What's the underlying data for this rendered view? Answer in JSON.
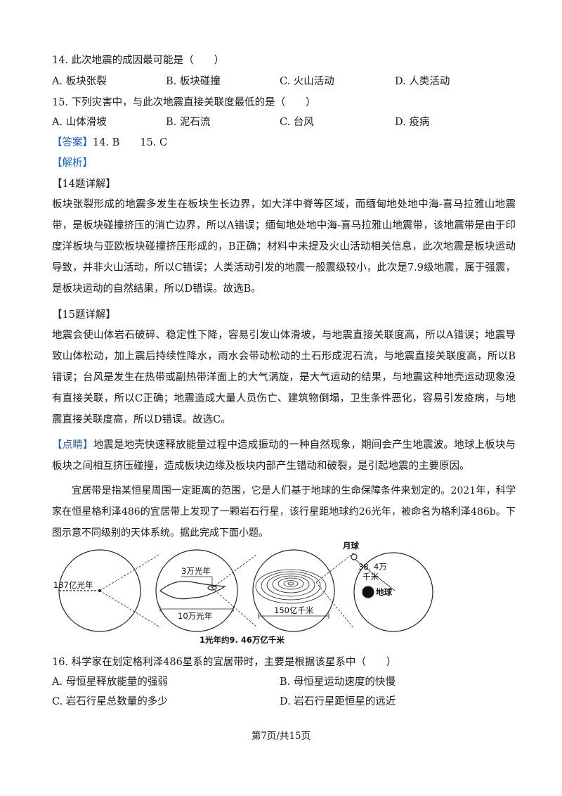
{
  "q14": {
    "stem": "14. 此次地震的成因最可能是（　　）",
    "options": [
      "A. 板块张裂",
      "B. 板块碰撞",
      "C. 火山活动",
      "D. 人类活动"
    ]
  },
  "q15": {
    "stem": "15. 下列灾害中，与此次地震直接关联度最低的是（　　）",
    "options": [
      "A. 山体滑坡",
      "B. 泥石流",
      "C. 台风",
      "D. 疫病"
    ]
  },
  "answer": {
    "tag": "【答案】",
    "text": "14. B　　15. C"
  },
  "analysis": {
    "tag": "【解析】"
  },
  "detail14": {
    "heading": "【14题详解】",
    "text": "板块张裂形成的地震多发生在板块生长边界，如大洋中脊等区域，而缅甸地处地中海-喜马拉雅山地震带，是板块碰撞挤压的消亡边界，所以A错误；缅甸地处地中海-喜马拉雅山地震带，该地震带是由于印度洋板块与亚欧板块碰撞挤压形成的，B正确；材料中未提及火山活动相关信息，此次地震是板块运动导致，并非火山活动，所以C错误；人类活动引发的地震一般震级较小，此次是7.9级地震，属于强震，是板块运动的自然结果，所以D错误。故选B。"
  },
  "detail15": {
    "heading": "【15题详解】",
    "text": "地震会使山体岩石破碎、稳定性下降，容易引发山体滑坡，与地震直接关联度高，所以A错误；地震导致山体松动，加上震后持续性降水，雨水会带动松动的土石形成泥石流，与地震直接关联度高，所以B错误；台风是发生在热带或副热带洋面上的大气涡旋，是大气运动的结果，与地震这种地壳运动现象没有直接关联，所以C正确；地震造成大量人员伤亡、建筑物倒塌，卫生条件恶化，容易引发疫病，与地震直接关联度高，所以D错误。故选C。"
  },
  "note": {
    "tag": "【点睛】",
    "text": "地震是地壳快速释放能量过程中造成振动的一种自然现象，期间会产生地震波。地球上板块与板块之间相互挤压碰撞，造成板块边缘及板块内部产生错动和破裂，是引起地震的主要原因。"
  },
  "intro": "宜居带是指某恒星周围一定距离的范围，它是人们基于地球的生命保障条件来划定的。2021年，科学家在恒星格利泽486的宜居带上发现了一颗岩石行星，该行星距地球约26光年，被命名为格利泽486b。下图示意不同级别的天体系统。据此完成下面小题。",
  "figure": {
    "label_137": "137亿光年",
    "label_3wan": "3万光年",
    "label_10wan": "10万光年",
    "label_150yi": "150亿千米",
    "label_moon": "月球",
    "label_dist_num": "38. 4万",
    "label_dist_unit": "千米",
    "label_earth": "地球",
    "caption": "1光年约9. 46万亿千米"
  },
  "q16": {
    "stem": "16. 科学家在划定格利泽486星系的宜居带时，主要是根据该星系中（　　）",
    "options": [
      "A. 母恒星释放能量的强弱",
      "B. 母恒星运动速度的快慢",
      "C. 岩石行星总数量的多少",
      "D. 岩石行星距恒星的远近"
    ]
  },
  "footer": "第7页/共15页"
}
